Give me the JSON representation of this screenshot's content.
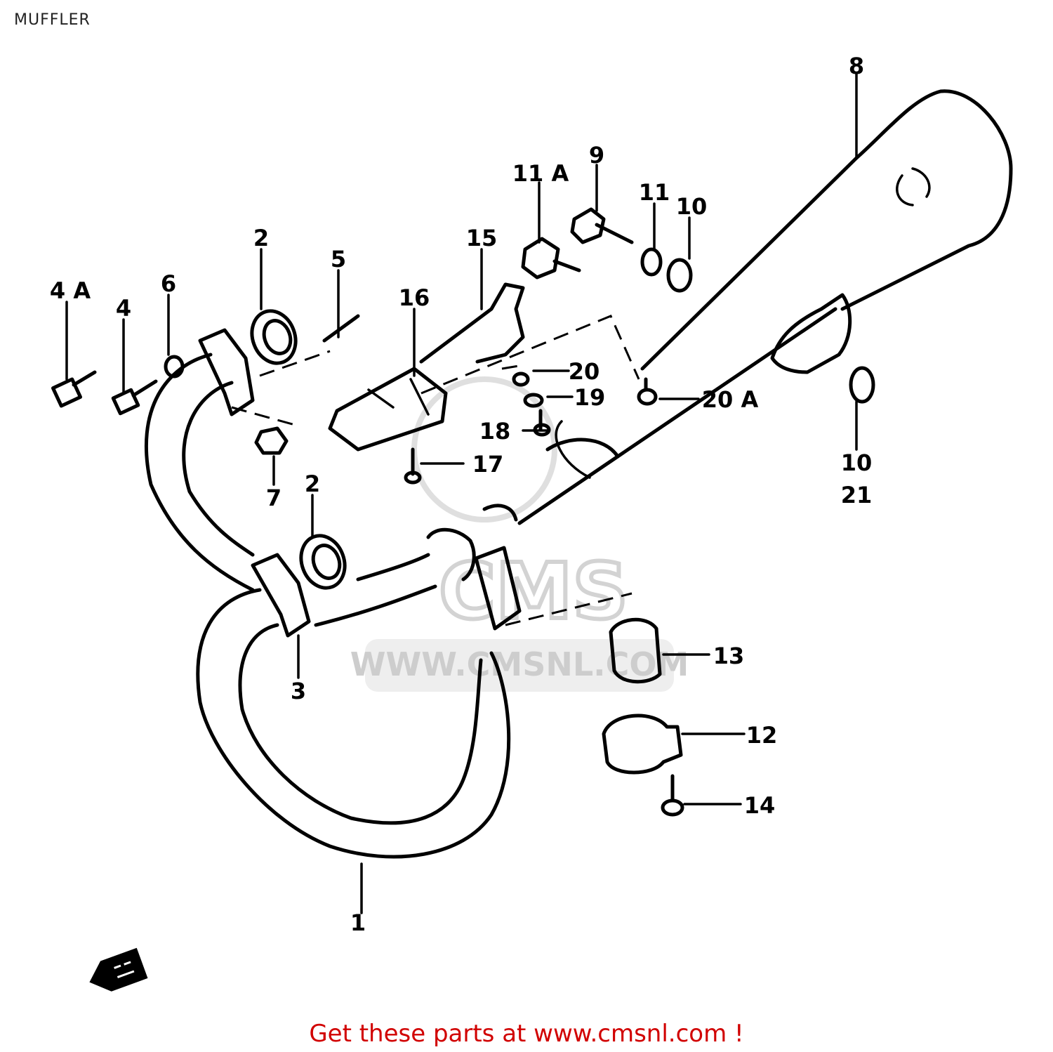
{
  "title": "MUFFLER",
  "footer": "Get these parts at www.cmsnl.com !",
  "watermark": {
    "logo": "CMS",
    "url": "WWW.CMSNL.COM"
  },
  "colors": {
    "ink": "#000000",
    "footer": "#d10000",
    "watermark": "#c8c8c8"
  },
  "labels": {
    "p1": "1",
    "p2a": "2",
    "p2b": "2",
    "p3": "3",
    "p4": "4",
    "p4a": "4 A",
    "p5": "5",
    "p6": "6",
    "p7": "7",
    "p8": "8",
    "p9": "9",
    "p10a": "10",
    "p10b": "10",
    "p21": "21",
    "p11": "11",
    "p11a": "11 A",
    "p12": "12",
    "p13": "13",
    "p14": "14",
    "p15": "15",
    "p16": "16",
    "p17": "17",
    "p18": "18",
    "p19": "19",
    "p20": "20",
    "p20a": "20 A"
  },
  "direction_icon": "front-arrow-icon"
}
